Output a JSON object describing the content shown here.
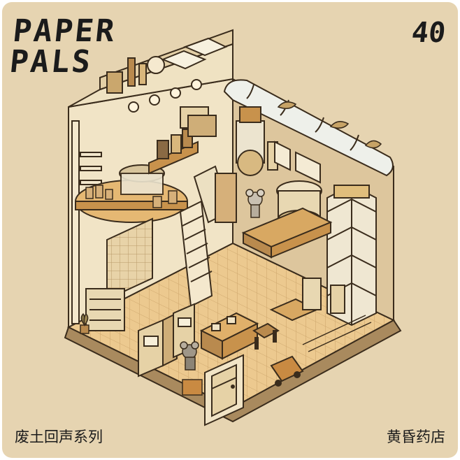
{
  "brand": {
    "line1": "PAPER",
    "line2": "PALS"
  },
  "number": "40",
  "series_name": "废土回声系列",
  "title": "黄昏药店",
  "colors": {
    "background": "#e6d4b1",
    "ink": "#1b1b1b",
    "wall_light": "#f4e8cd",
    "wall_mid": "#dcc49a",
    "wood": "#b98a4e",
    "floor": "#e9c48a"
  }
}
